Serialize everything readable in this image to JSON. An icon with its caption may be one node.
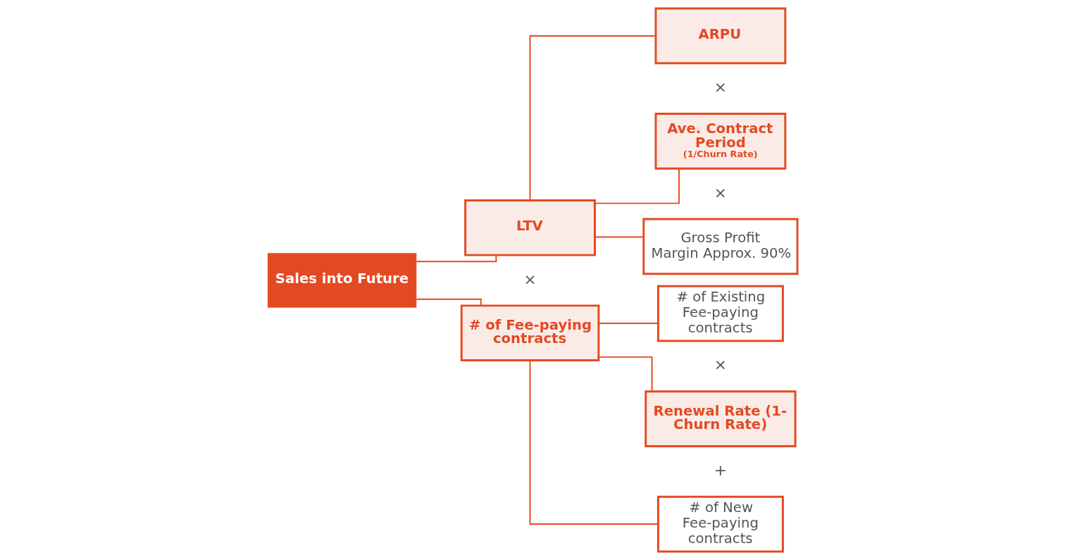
{
  "diagram": {
    "nodes": [
      {
        "text": [
          "Sales into Future"
        ]
      },
      {
        "text": [
          "LTV"
        ]
      },
      {
        "text": [
          "# of Fee-paying contracts"
        ]
      },
      {
        "text": [
          "ARPU"
        ]
      },
      {
        "text": [
          "Ave. Contract Period",
          "(1/Churn Rate)"
        ]
      },
      {
        "text": [
          "Gross Profit Margin Approx. 90%"
        ]
      },
      {
        "text": [
          "# of Existing Fee-paying contracts"
        ]
      },
      {
        "text": [
          "Renewal Rate (1- Churn Rate)"
        ]
      },
      {
        "text": [
          "# of New Fee-paying contracts"
        ]
      }
    ],
    "edges": [
      {
        "from": 0,
        "to": 1,
        "arrow": "none"
      },
      {
        "from": 0,
        "to": 2,
        "arrow": "none"
      },
      {
        "from": 1,
        "to": 3,
        "arrow": "none"
      },
      {
        "from": 1,
        "to": 4,
        "arrow": "none"
      },
      {
        "from": 1,
        "to": 5,
        "arrow": "none"
      },
      {
        "from": 2,
        "to": 6,
        "arrow": "none"
      },
      {
        "from": 2,
        "to": 7,
        "arrow": "none"
      },
      {
        "from": 2,
        "to": 8,
        "arrow": "none"
      }
    ],
    "labels": [
      "×",
      "×",
      "×",
      "×",
      "+"
    ]
  }
}
